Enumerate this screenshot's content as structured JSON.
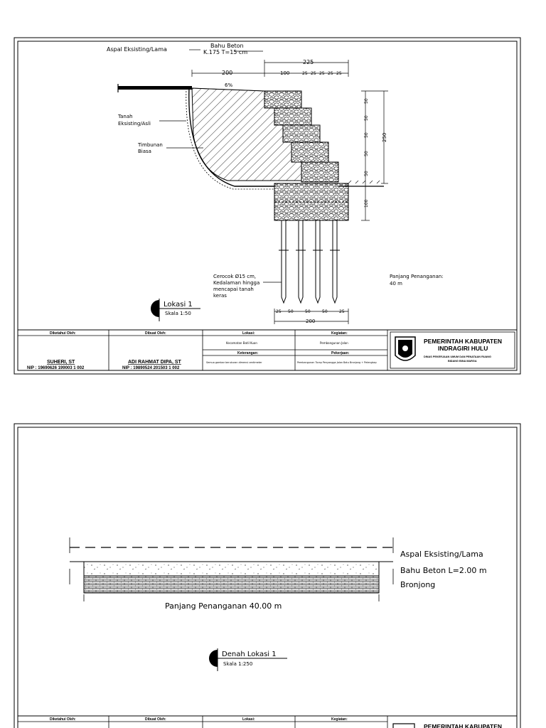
{
  "sheet1": {
    "labels": {
      "aspal": "Aspal Eksisting/Lama",
      "bahu_beton": "Bahu Beton",
      "bahu_spec": "K.175  T=15  cm",
      "tanah": "Tanah",
      "tanah2": "Eksisting/Asli",
      "timbunan": "Timbunan",
      "timbunan2": "Biasa",
      "slope": "6%",
      "cerocok_1": "Cerocok Ø15 cm,",
      "cerocok_2": "Kedalaman hingga",
      "cerocok_3": "mencapai tanah",
      "cerocok_4": "keras",
      "panjang_1": "Panjang Penanganan:",
      "panjang_2": "40 m"
    },
    "dims": {
      "top_225": "225",
      "top_200": "200",
      "top_100": "100",
      "top_25a": "25",
      "top_25b": "25",
      "top_25c": "25",
      "top_25d": "25",
      "top_25e": "25",
      "right_250": "250",
      "right_50a": "50",
      "right_50b": "50",
      "right_50c": "50",
      "right_50d": "50",
      "right_50e": "50",
      "right_bot": "100",
      "bot_25a": "25",
      "bot_50a": "50",
      "bot_50b": "50",
      "bot_50c": "50",
      "bot_25b": "25",
      "bot_200": "200"
    },
    "section": {
      "title": "Lokasi 1",
      "scale": "Skala 1:50"
    }
  },
  "sheet2": {
    "labels": {
      "aspal": "Aspal Eksisting/Lama",
      "bahu": "Bahu Beton L=2.00 m",
      "bronjong": "Bronjong",
      "panjang": "Panjang Penanganan 40.00 m"
    },
    "section": {
      "title": "Denah Lokasi 1",
      "scale": "Skala 1:250"
    }
  },
  "titleblock": {
    "diketahui": "Diketahui Oleh:",
    "dibuat": "Dibuat Oleh:",
    "lokasi": "Lokasi:",
    "kegiatan": "Kegiatan:",
    "lokasi_val": "Kecamatan Batil Kuan",
    "kegiatan_val": "Pembangunan Jalan",
    "keterangan": "Keterangan:",
    "pekerjaan": "Pekerjaan:",
    "keterangan_val": "Semua gambar berukuran dimensi centimeter",
    "pekerjaan_val": "Pembangunan Turap Penyangga Jalan Batu Bronjong + Pelengkap",
    "name1": "SUHERI, ST",
    "nip1": "NIP : 19690626 199003 1 002",
    "name2": "ADI RAHMAT DIPA, ST",
    "nip2": "NIP : 19890524 201503 1 002",
    "org1": "PEMERINTAH KABUPATEN",
    "org2": "INDRAGIRI HULU",
    "dept1": "DINAS PEKERJAAN UMUM DAN PENATAAN RUANG",
    "dept2": "BIDANG BINA MARGA"
  }
}
